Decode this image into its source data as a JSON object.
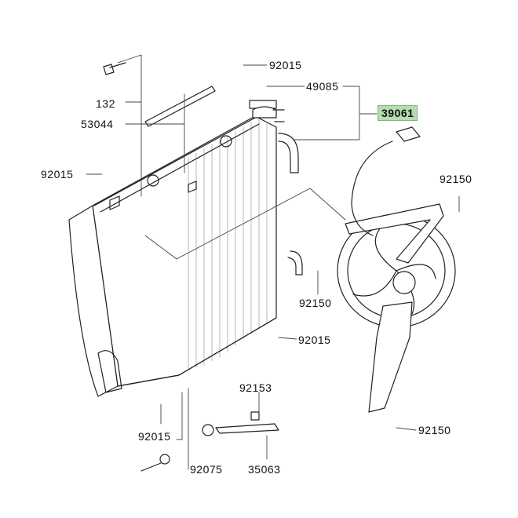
{
  "diagram": {
    "highlight_color": "#b6dcb0",
    "line_color": "#222222",
    "labels": {
      "p92015_top": "92015",
      "p49085": "49085",
      "p39061": "39061",
      "p132": "132",
      "p53044": "53044",
      "p92015_left": "92015",
      "p92150_right": "92150",
      "p92150_mid": "92150",
      "p92015_mid": "92015",
      "p92153": "92153",
      "p92015_bottom": "92015",
      "p92075": "92075",
      "p35063": "35063",
      "p92150_bottom": "92150"
    }
  }
}
